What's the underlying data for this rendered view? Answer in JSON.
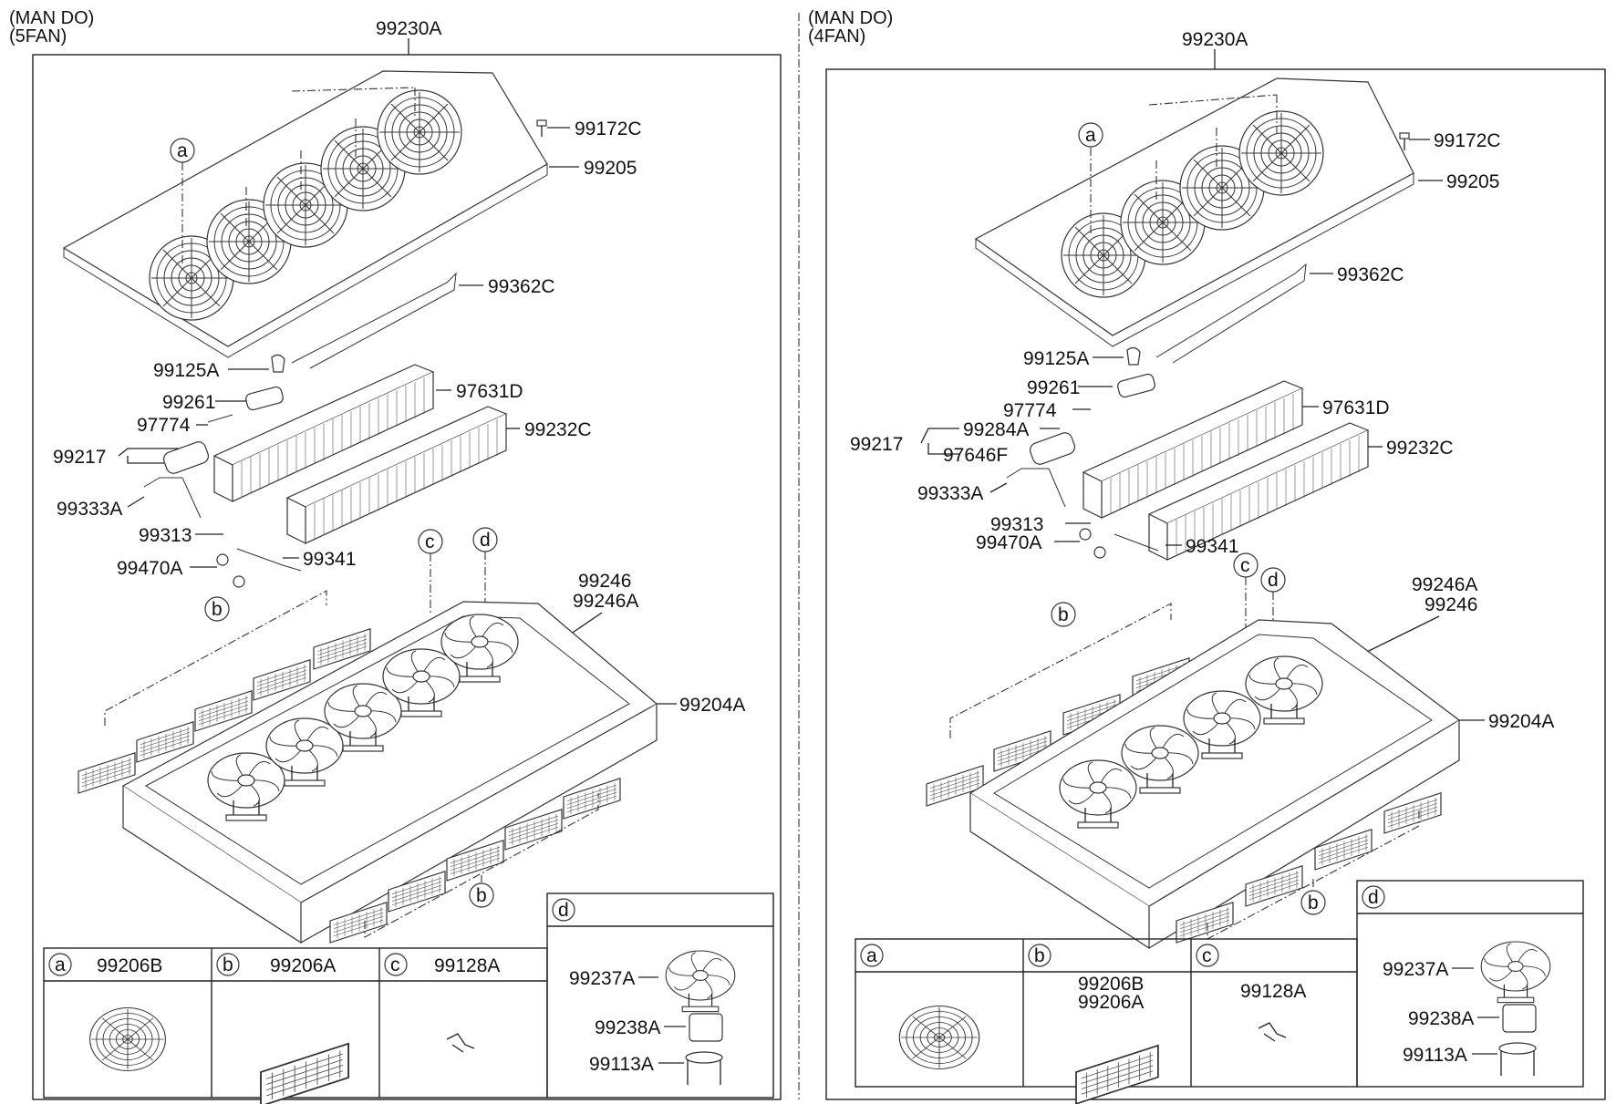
{
  "left": {
    "model": "(MAN DO)",
    "variant": "(5FAN)",
    "top_label": "99230A",
    "labels": {
      "p99172C": "99172C",
      "p99205": "99205",
      "p99362C": "99362C",
      "p99125A": "99125A",
      "p99261": "99261",
      "p97631D": "97631D",
      "p97774": "97774",
      "p99232C": "99232C",
      "p99217": "99217",
      "p99333A": "99333A",
      "p99313": "99313",
      "p99341": "99341",
      "p99470A": "99470A",
      "p99246": "99246",
      "p99246A": "99246A",
      "p99204A": "99204A"
    },
    "callouts": {
      "a": "a",
      "b": "b",
      "b2": "b",
      "c": "c",
      "d": "d"
    },
    "table": {
      "a": {
        "key": "a",
        "part": "99206B"
      },
      "b": {
        "key": "b",
        "part": "99206A"
      },
      "c": {
        "key": "c",
        "part": "99128A"
      },
      "d": {
        "key": "d",
        "parts": [
          "99237A",
          "99238A",
          "99113A"
        ]
      }
    }
  },
  "right": {
    "model": "(MAN DO)",
    "variant": "(4FAN)",
    "top_label": "99230A",
    "labels": {
      "p99172C": "99172C",
      "p99205": "99205",
      "p99362C": "99362C",
      "p99125A": "99125A",
      "p99261": "99261",
      "p97631D": "97631D",
      "p97774": "97774",
      "p99284A": "99284A",
      "p99217": "99217",
      "p97646F": "97646F",
      "p99232C": "99232C",
      "p99333A": "99333A",
      "p99313": "99313",
      "p99470A": "99470A",
      "p99341": "99341",
      "p99246A": "99246A",
      "p99246": "99246",
      "p99204A": "99204A"
    },
    "callouts": {
      "a": "a",
      "b": "b",
      "b2": "b",
      "c": "c",
      "d": "d"
    },
    "table": {
      "a": {
        "key": "a"
      },
      "b": {
        "key": "b",
        "parts": [
          "99206B",
          "99206A"
        ]
      },
      "c": {
        "key": "c",
        "part": "99128A"
      },
      "d": {
        "key": "d",
        "parts": [
          "99237A",
          "99238A",
          "99113A"
        ]
      }
    }
  }
}
